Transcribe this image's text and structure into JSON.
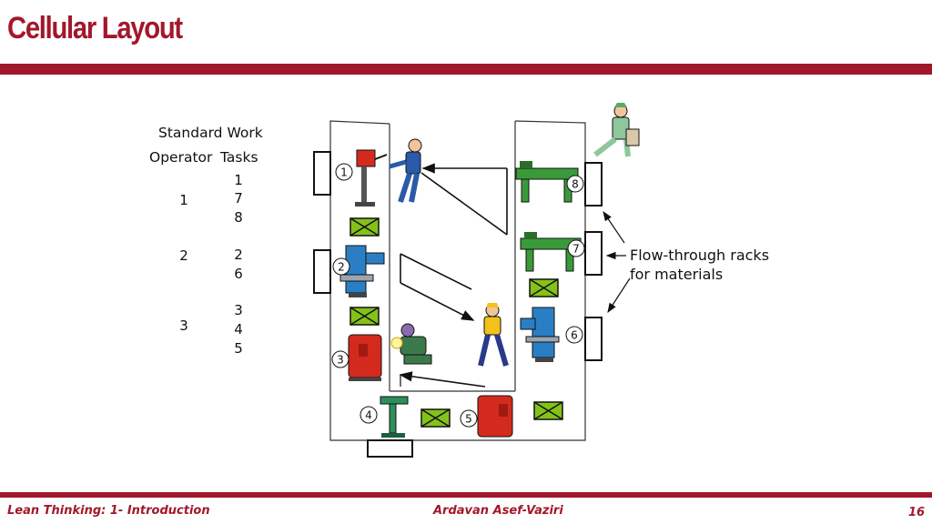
{
  "slide": {
    "title": "Cellular Layout",
    "page_number": "16"
  },
  "footer": {
    "left": "Lean Thinking:  1- Introduction",
    "center": "Ardavan Asef-Vaziri"
  },
  "table": {
    "header_top": "Standard Work",
    "header_operator": "Operator",
    "header_tasks": "Tasks",
    "rows": [
      {
        "operator": "1",
        "tasks": [
          "1",
          "7",
          "8"
        ]
      },
      {
        "operator": "2",
        "tasks": [
          "2",
          "6"
        ]
      },
      {
        "operator": "3",
        "tasks": [
          "3",
          "4",
          "5"
        ]
      }
    ]
  },
  "annotation": {
    "line1": "Flow-through racks",
    "line2": "for materials"
  },
  "stations": [
    "1",
    "2",
    "3",
    "4",
    "5",
    "6",
    "7",
    "8"
  ],
  "colors": {
    "accent": "#a3172b",
    "rack_box": "#84c21a",
    "machine_blue": "#2a7fc4",
    "machine_red": "#d42a1e",
    "machine_green": "#3a9a3a",
    "drill_press_green": "#2d8f5a"
  }
}
